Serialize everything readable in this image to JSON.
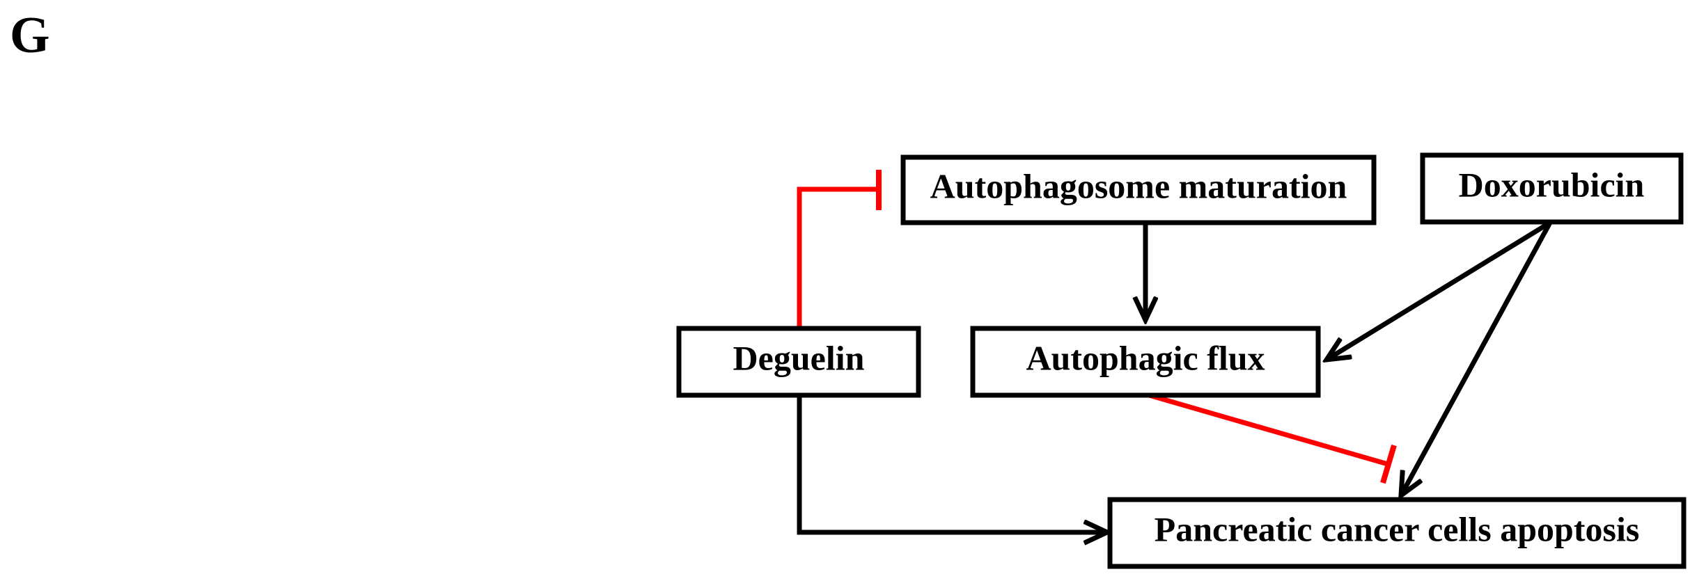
{
  "panel_label": "G",
  "colors": {
    "activate": "#000000",
    "inhibit": "#ff0000",
    "box_stroke": "#000000"
  },
  "nodes": {
    "autophagosome_maturation": "Autophagosome maturation",
    "doxorubicin": "Doxorubicin",
    "deguelin": "Deguelin",
    "autophagic_flux": "Autophagic flux",
    "apoptosis": "Pancreatic cancer cells apoptosis"
  },
  "edges": [
    {
      "from": "deguelin",
      "to": "autophagosome_maturation",
      "type": "inhibit"
    },
    {
      "from": "autophagosome_maturation",
      "to": "autophagic_flux",
      "type": "activate"
    },
    {
      "from": "doxorubicin",
      "to": "autophagic_flux",
      "type": "activate"
    },
    {
      "from": "doxorubicin",
      "to": "apoptosis",
      "type": "activate"
    },
    {
      "from": "autophagic_flux",
      "to": "apoptosis",
      "type": "inhibit"
    },
    {
      "from": "deguelin",
      "to": "apoptosis",
      "type": "activate"
    }
  ]
}
